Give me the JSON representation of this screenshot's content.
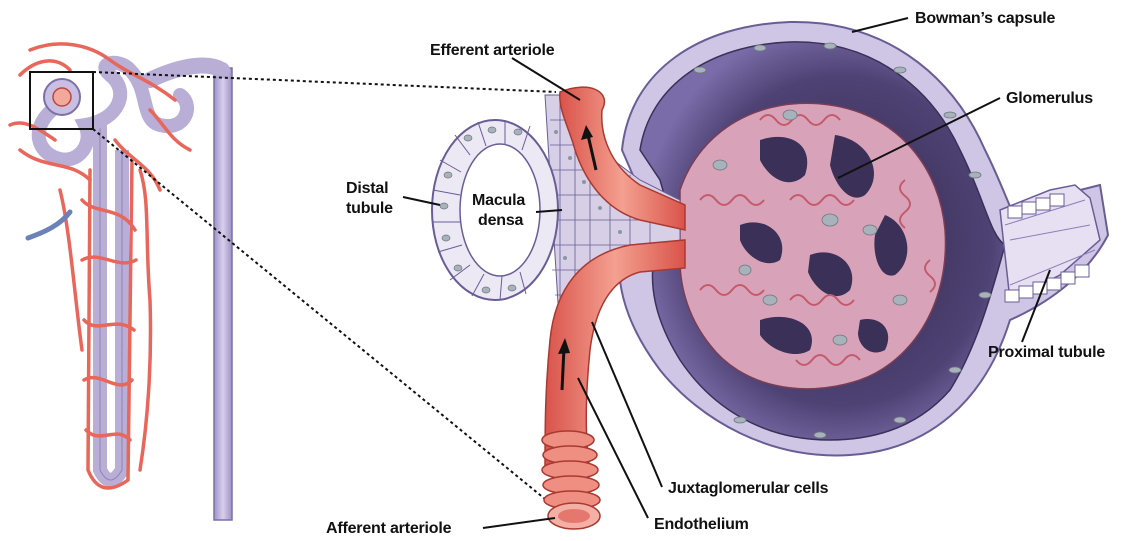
{
  "labels": {
    "bowmans_capsule": "Bowman’s capsule",
    "efferent_arteriole": "Efferent arteriole",
    "glomerulus": "Glomerulus",
    "distal_tubule_1": "Distal",
    "distal_tubule_2": "tubule",
    "macula_densa_1": "Macula",
    "macula_densa_2": "densa",
    "proximal_tubule": "Proximal tubule",
    "juxtaglomerular_cells": "Juxtaglomerular cells",
    "afferent_arteriole": "Afferent arteriole",
    "endothelium": "Endothelium"
  },
  "colors": {
    "artery_red": "#e8665a",
    "artery_light": "#f2a89c",
    "vessel_lavender": "#b9aed6",
    "vessel_lavender_dark": "#8d7fb8",
    "capsule_dark": "#4b3f6e",
    "capsule_mid": "#9a8cc4",
    "capillary_pink": "#e9a4b4",
    "nucleus_gray": "#a8b2bb"
  }
}
